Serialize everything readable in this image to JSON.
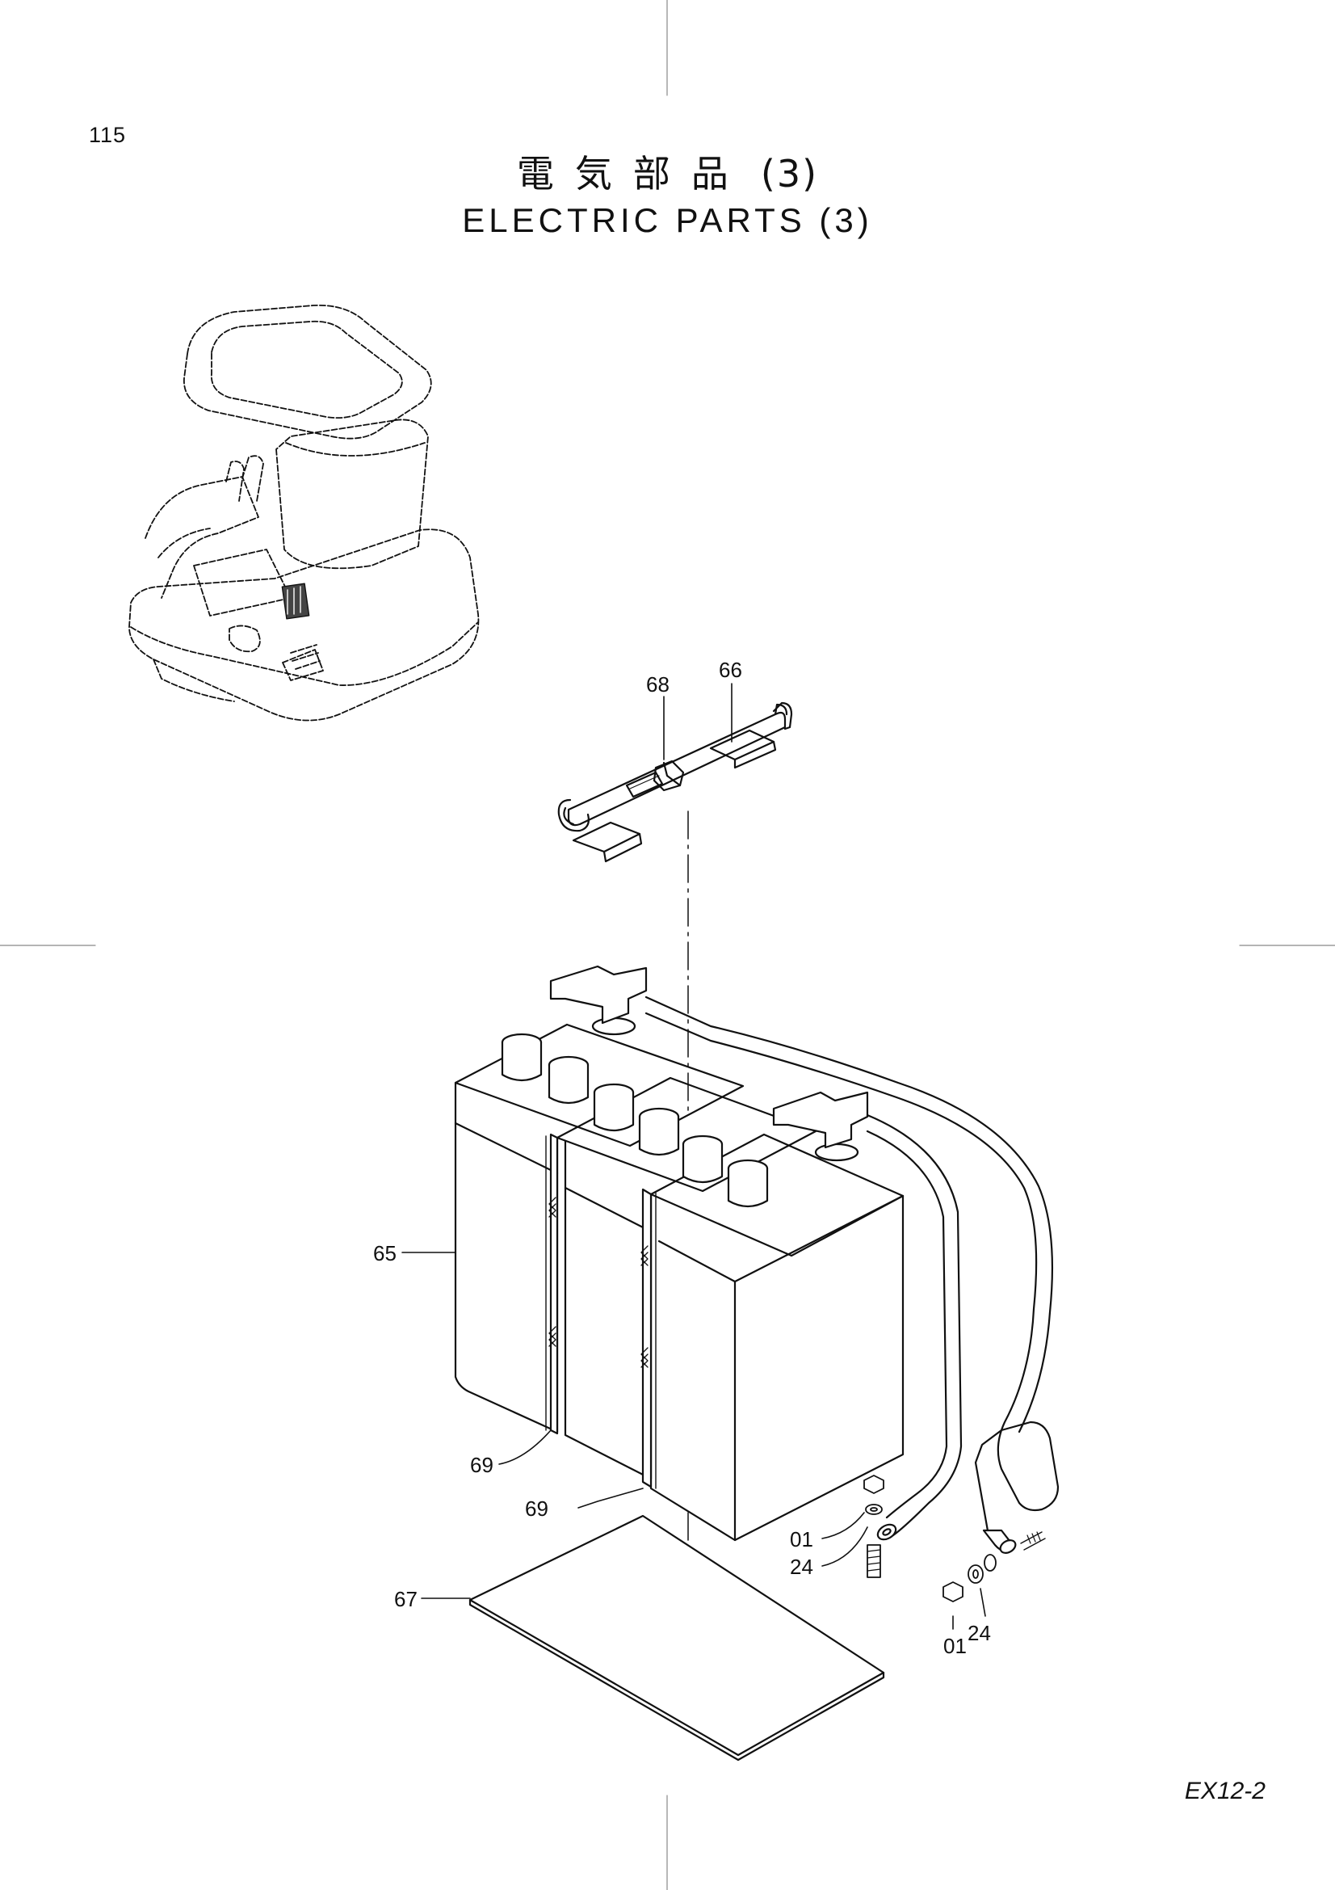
{
  "page": {
    "number": "115",
    "title_jp": "電気部品",
    "title_jp_suffix": "(3)",
    "title_en": "ELECTRIC PARTS (3)",
    "model_code": "EX12-2"
  },
  "callouts": [
    {
      "id": "c68",
      "label": "68"
    },
    {
      "id": "c66",
      "label": "66"
    },
    {
      "id": "c65",
      "label": "65"
    },
    {
      "id": "c69a",
      "label": "69"
    },
    {
      "id": "c69b",
      "label": "69"
    },
    {
      "id": "c67",
      "label": "67"
    },
    {
      "id": "c01a",
      "label": "01"
    },
    {
      "id": "c24a",
      "label": "24"
    },
    {
      "id": "c01b",
      "label": "01"
    },
    {
      "id": "c24b",
      "label": "24"
    }
  ],
  "colors": {
    "ink": "#111111",
    "paper": "#ffffff"
  }
}
